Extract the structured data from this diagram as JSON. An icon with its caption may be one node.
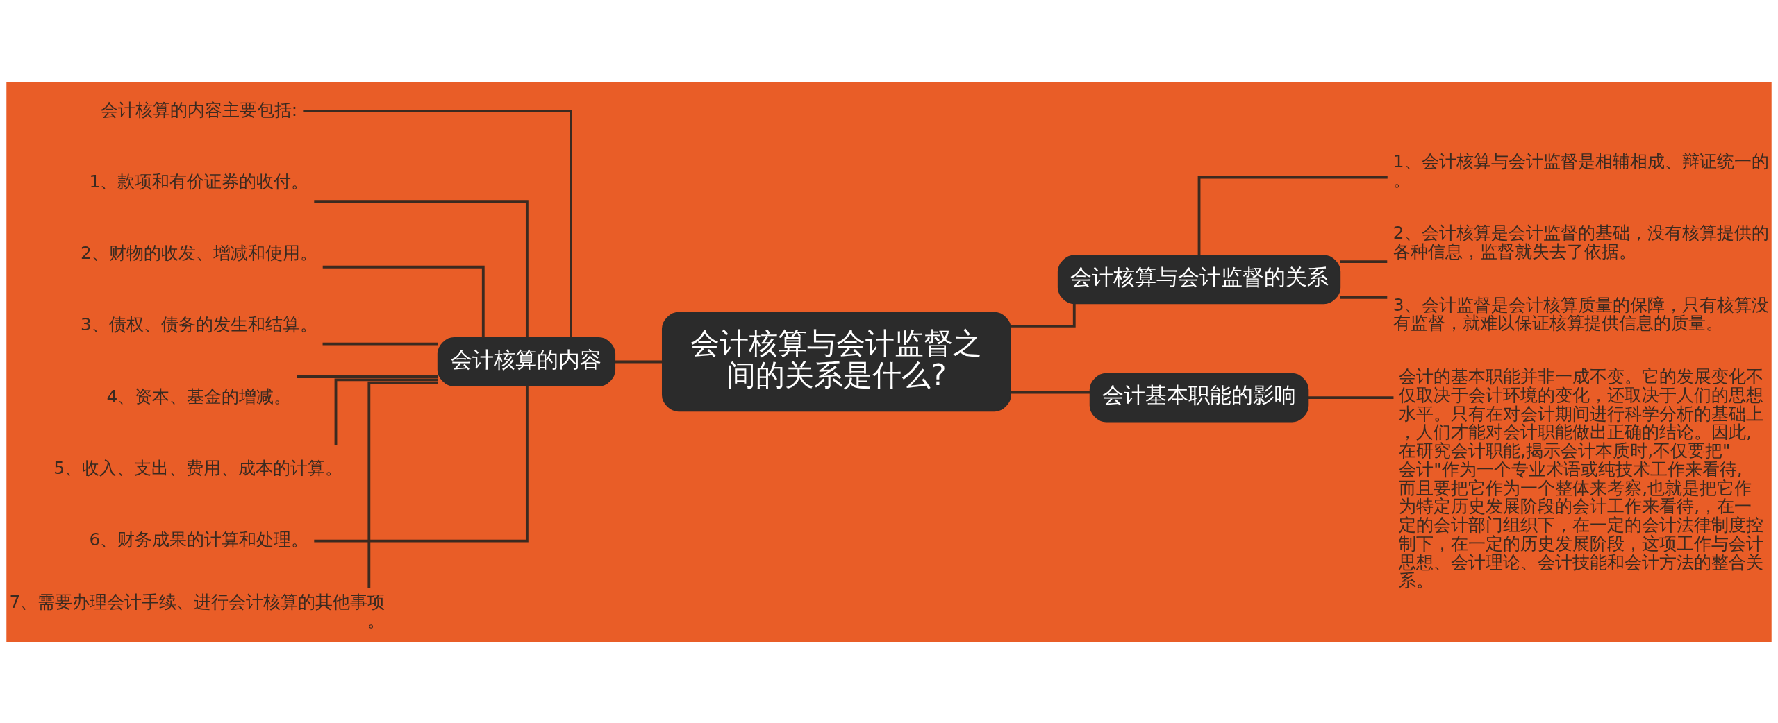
{
  "diagram": {
    "nodes": [
      {
        "text": [
          "会计核算与会计监督之间的关系是什么?"
        ]
      },
      {
        "text": [
          "会计核算的内容"
        ]
      },
      {
        "text": [
          "会计核算的内容主要包括:"
        ]
      },
      {
        "text": [
          "1、款项和有价证券的收付。"
        ]
      },
      {
        "text": [
          "2、财物的收发、增减和使用。"
        ]
      },
      {
        "text": [
          "3、债权、债务的发生和结算。"
        ]
      },
      {
        "text": [
          "4、资本、基金的增减。"
        ]
      },
      {
        "text": [
          "5、收入、支出、费用、成本的计算。"
        ]
      },
      {
        "text": [
          "6、财务成果的计算和处理。"
        ]
      },
      {
        "text": [
          "7、需要办理会计手续、进行会计核算的其他事项。"
        ]
      },
      {
        "text": [
          "会计核算与会计监督的关系"
        ]
      },
      {
        "text": [
          "1、会计核算与会计监督是相辅相成、辩证统一的。"
        ]
      },
      {
        "text": [
          "2、会计核算是会计监督的基础，没有核算提供的各种信息，监督就失去了依据。"
        ]
      },
      {
        "text": [
          "3、会计监督是会计核算质量的保障，只有核算没有监督，就难以保证核算提供信息的质量。"
        ]
      },
      {
        "text": [
          "会计基本职能的影响"
        ]
      },
      {
        "text": [
          "会计的基本职能并非一成不变。它的发展变化不仅取决于会计环境的变化，还取决于人们的思想水平。只有在对会计期间进行科学分析的基础上，人们才能对会计职能做出正确的结论。因此,在研究会计职能,揭示会计本质时,不仅要把\"会计\"作为一个专业术语或纯技术工作来看待,而且要把它作为一个整体来考察,也就是把它作为特定历史发展阶段的会计工作来看待,，在一定的会计部门组织下，在一定的会计法律制度控制下，在一定的历史发展阶段，这项工作与会计思想、会计理论、会计技能和会计方法的整合关系。"
        ]
      }
    ],
    "edges": [
      {
        "from": 0,
        "to": 1,
        "arrow": "none"
      },
      {
        "from": 1,
        "to": 2,
        "arrow": "none"
      },
      {
        "from": 1,
        "to": 3,
        "arrow": "none"
      },
      {
        "from": 1,
        "to": 4,
        "arrow": "none"
      },
      {
        "from": 1,
        "to": 5,
        "arrow": "none"
      },
      {
        "from": 1,
        "to": 6,
        "arrow": "none"
      },
      {
        "from": 1,
        "to": 7,
        "arrow": "none"
      },
      {
        "from": 1,
        "to": 8,
        "arrow": "none"
      },
      {
        "from": 1,
        "to": 9,
        "arrow": "none"
      },
      {
        "from": 0,
        "to": 10,
        "arrow": "none"
      },
      {
        "from": 10,
        "to": 11,
        "arrow": "none"
      },
      {
        "from": 10,
        "to": 12,
        "arrow": "none"
      },
      {
        "from": 10,
        "to": 13,
        "arrow": "none"
      },
      {
        "from": 0,
        "to": 14,
        "arrow": "none"
      },
      {
        "from": 14,
        "to": 15,
        "arrow": "none"
      }
    ]
  }
}
